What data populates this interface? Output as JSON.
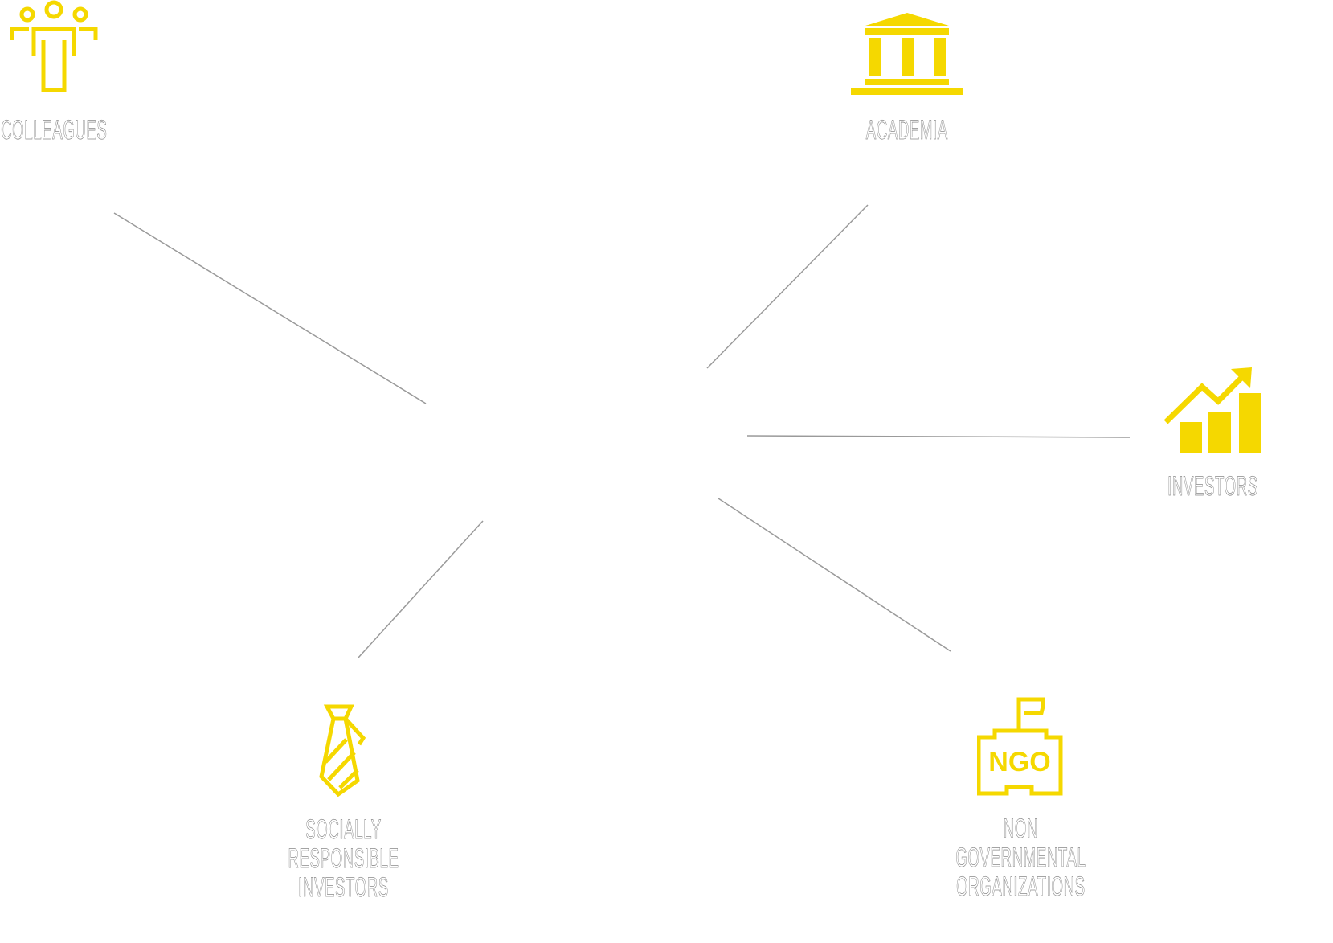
{
  "colors": {
    "accent": "#f5d800",
    "line": "#9a9a9a",
    "label_outline": "#8a8a8a"
  },
  "nodes": {
    "colleagues": {
      "label": "COLLEAGUES",
      "icon": "people-group-icon"
    },
    "academia": {
      "label": "ACADEMIA",
      "icon": "institution-building-icon"
    },
    "investors": {
      "label": "INVESTORS",
      "icon": "growth-chart-icon"
    },
    "sri": {
      "label_lines": [
        "SOCIALLY",
        "RESPONSIBLE",
        "INVESTORS"
      ],
      "icon": "necktie-icon"
    },
    "ngo": {
      "label_lines": [
        "NON",
        "GOVERNMENTAL",
        "ORGANIZATIONS"
      ],
      "icon": "ngo-flag-building-icon",
      "icon_text": "NGO"
    }
  }
}
